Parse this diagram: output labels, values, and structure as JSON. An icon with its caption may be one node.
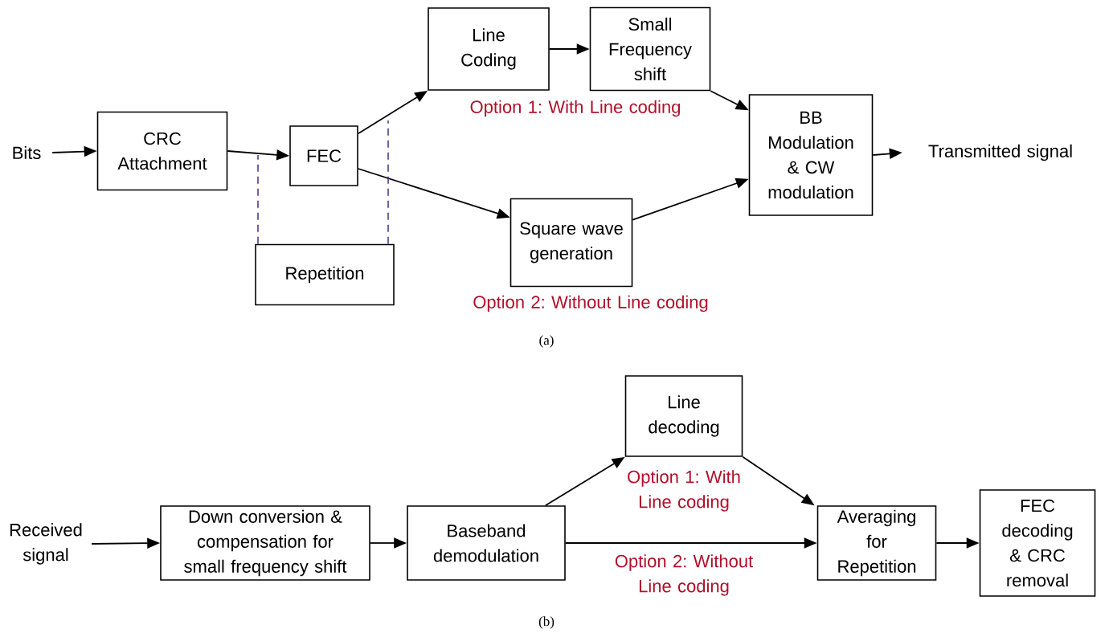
{
  "diagram": {
    "nodes": [
      {
        "text": [
          "Bits"
        ]
      },
      {
        "text": [
          "CRC Attachment"
        ]
      },
      {
        "text": [
          "FEC"
        ]
      },
      {
        "text": [
          "Repetition"
        ]
      },
      {
        "text": [
          "Line Coding"
        ]
      },
      {
        "text": [
          "Small Frequency shift"
        ]
      },
      {
        "text": [
          "Square wave generation"
        ]
      },
      {
        "text": [
          "BB Modulation & CW modulation"
        ]
      },
      {
        "text": [
          "Transmitted signal"
        ]
      },
      {
        "text": [
          "Received signal"
        ]
      },
      {
        "text": [
          "Down conversion & compensation for small frequency shift"
        ]
      },
      {
        "text": [
          "Baseband demodulation"
        ]
      },
      {
        "text": [
          "Line decoding"
        ]
      },
      {
        "text": [
          "Averaging for Repetition"
        ]
      },
      {
        "text": [
          "FEC decoding & CRC removal"
        ]
      }
    ],
    "edges": [
      {
        "from": 0,
        "to": 1,
        "arrow": "to"
      },
      {
        "from": 1,
        "to": 2,
        "arrow": "to"
      },
      {
        "from": 2,
        "to": 4,
        "arrow": "to"
      },
      {
        "from": 4,
        "to": 5,
        "arrow": "to"
      },
      {
        "from": 5,
        "to": 7,
        "arrow": "to"
      },
      {
        "from": 2,
        "to": 6,
        "arrow": "to"
      },
      {
        "from": 6,
        "to": 7,
        "arrow": "to"
      },
      {
        "from": 7,
        "to": 8,
        "arrow": "to"
      },
      {
        "from": 3,
        "to": null,
        "arrow": "none",
        "style": "dashed",
        "color": "#3b1f7a"
      },
      {
        "from": 3,
        "to": null,
        "arrow": "none",
        "style": "dashed",
        "color": "#3b1f7a"
      },
      {
        "from": 9,
        "to": 10,
        "arrow": "to"
      },
      {
        "from": 10,
        "to": 11,
        "arrow": "to"
      },
      {
        "from": 11,
        "to": 12,
        "arrow": "to"
      },
      {
        "from": 12,
        "to": 13,
        "arrow": "to"
      },
      {
        "from": 11,
        "to": 13,
        "arrow": "to"
      },
      {
        "from": 13,
        "to": 14,
        "arrow": "to"
      }
    ],
    "labels": [
      "Option 1: With Line coding",
      "Option 2: Without Line coding",
      "(a)",
      "Option 1: With Line coding",
      "Option 2: Without Line coding",
      "(b)"
    ]
  }
}
